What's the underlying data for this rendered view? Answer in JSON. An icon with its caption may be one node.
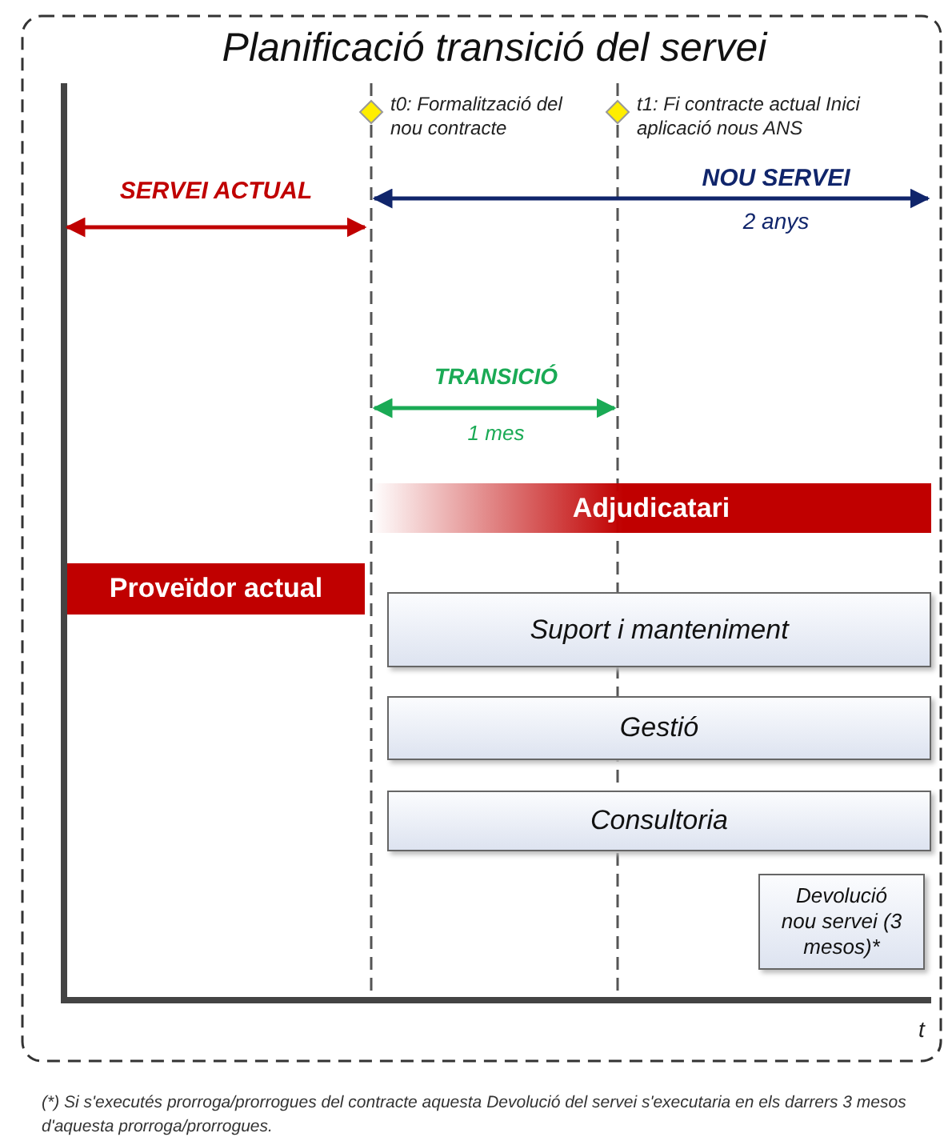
{
  "diagram": {
    "title": "Planificació transició del servei",
    "caption": "(*) Si s'executés prorroga/prorrogues del contracte aquesta Devolució del servei s'executaria en els darrers 3 mesos d'aquesta prorroga/prorrogues.",
    "nodes": [
      {
        "text": [
          "Adjudicatari"
        ]
      },
      {
        "text": [
          "Proveïdor actual"
        ]
      },
      {
        "text": [
          "Suport i manteniment"
        ]
      },
      {
        "text": [
          "Gestió"
        ]
      },
      {
        "text": [
          "Consultoria"
        ]
      },
      {
        "text": [
          "Devolució nou servei (3 mesos)*"
        ]
      }
    ],
    "edges": [],
    "labels": [
      "t0: Formalització del nou contracte",
      "t1: Fi contracte actual Inici aplicació nous ANS",
      "SERVEI ACTUAL",
      "NOU SERVEI",
      "2 anys",
      "TRANSICIÓ",
      "1 mes",
      "t"
    ]
  }
}
